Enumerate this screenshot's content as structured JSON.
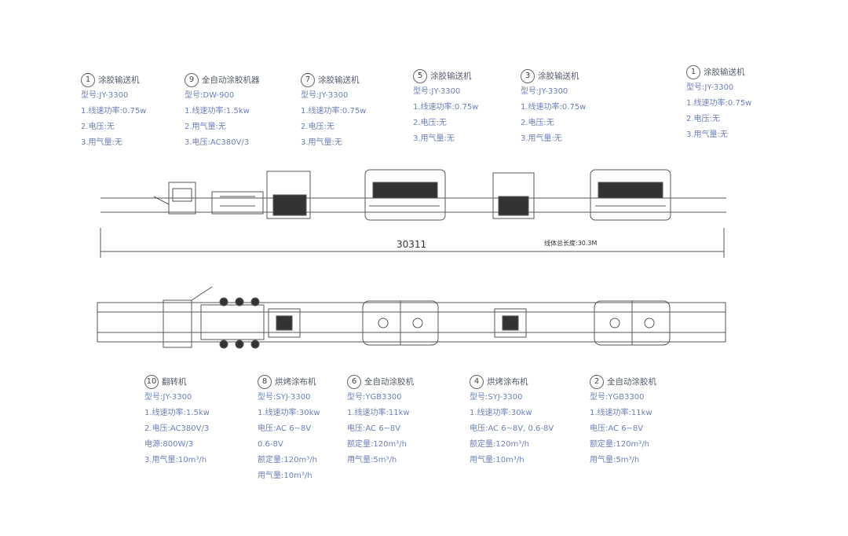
{
  "top_labels": [
    {
      "num": "1",
      "title": "涂胶输送机",
      "lines": [
        "型号:JY-3300",
        "1.线速功率:0.75w",
        "2.电压:无",
        "3.用气量:无"
      ]
    },
    {
      "num": "9",
      "title": "全自动涂胶机器",
      "lines": [
        "型号:DW-900",
        "1.线速功率:1.5kw",
        "2.用气量:无",
        "3.电压:AC380V/3"
      ]
    },
    {
      "num": "7",
      "title": "涂胶输送机",
      "lines": [
        "型号:JY-3300",
        "1.线速功率:0.75w",
        "2.电压:无",
        "3.用气量:无"
      ]
    },
    {
      "num": "5",
      "title": "涂胶输送机",
      "lines": [
        "型号:JY-3300",
        "1.线速功率:0.75w",
        "2.电压:无",
        "3.用气量:无"
      ]
    },
    {
      "num": "3",
      "title": "涂胶输送机",
      "lines": [
        "型号:JY-3300",
        "1.线速功率:0.75w",
        "2.电压:无",
        "3.用气量:无"
      ]
    },
    {
      "num": "1",
      "title": "涂胶输送机",
      "lines": [
        "型号:JY-3300",
        "1.线速功率:0.75w",
        "2.电压:无",
        "3.用气量:无"
      ]
    }
  ],
  "bottom_labels": [
    {
      "num": "10",
      "title": "翻转机",
      "lines": [
        "型号:JY-3300",
        "1.线速功率:1.5kw",
        "2.电压:AC380V/3",
        "电源:800W/3",
        "3.用气量:10m³/h"
      ]
    },
    {
      "num": "8",
      "title": "烘烤涂布机",
      "lines": [
        "型号:SYJ-3300",
        "1.线速功率:30kw",
        "电压:AC 6~8V",
        "0.6-8V",
        "额定量:120m³/h",
        "用气量:10m³/h"
      ]
    },
    {
      "num": "6",
      "title": "全自动涂胶机",
      "lines": [
        "型号:YGB3300",
        "1.线速功率:11kw",
        "电压:AC 6~8V",
        "额定量:120m³/h",
        "用气量:5m³/h"
      ]
    },
    {
      "num": "4",
      "title": "烘烤涂布机",
      "lines": [
        "型号:SYJ-3300",
        "1.线速功率:30kw",
        "电压:AC 6~8V, 0.6-8V",
        "额定量:120m³/h",
        "用气量:10m³/h"
      ]
    },
    {
      "num": "2",
      "title": "全自动涂胶机",
      "lines": [
        "型号:YGB3300",
        "1.线速功率:11kw",
        "电压:AC 6~8V",
        "额定量:120m³/h",
        "用气量:5m³/h"
      ]
    }
  ],
  "dimension": {
    "total_length": "30311",
    "note": "线体总长度:30.3M"
  }
}
